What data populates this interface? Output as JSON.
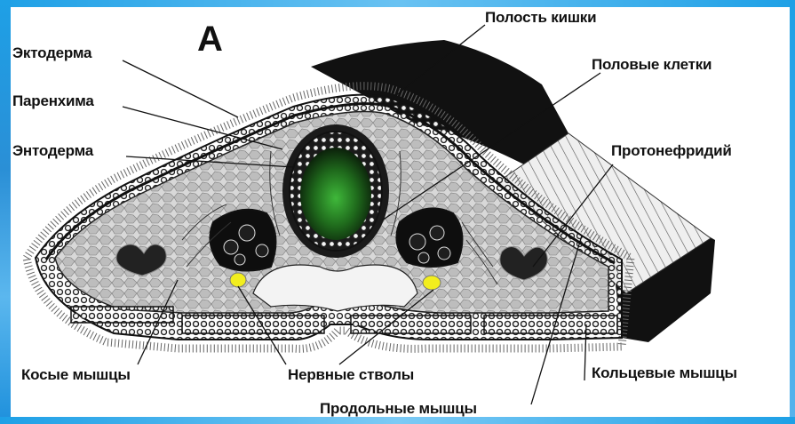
{
  "figure": {
    "letter": "А",
    "labels": {
      "ectoderm": "Эктодерма",
      "parenchyma": "Паренхима",
      "endoderm": "Энтодерма",
      "gut_cavity": "Полость кишки",
      "sex_cells": "Половые клетки",
      "protonephridium": "Протонефридий",
      "oblique_muscles": "Косые мышцы",
      "nerve_trunks": "Нервные стволы",
      "circular_muscles": "Кольцевые мышцы",
      "longitudinal_muscles": "Продольные мышцы"
    }
  },
  "colors": {
    "frame": "#1ea0e6",
    "nerve_trunk": "#f2ee1e",
    "gut_center": "#2f8a2c",
    "epidermis_dark": "#111111",
    "tissue_gray": "#c9c9c9"
  }
}
